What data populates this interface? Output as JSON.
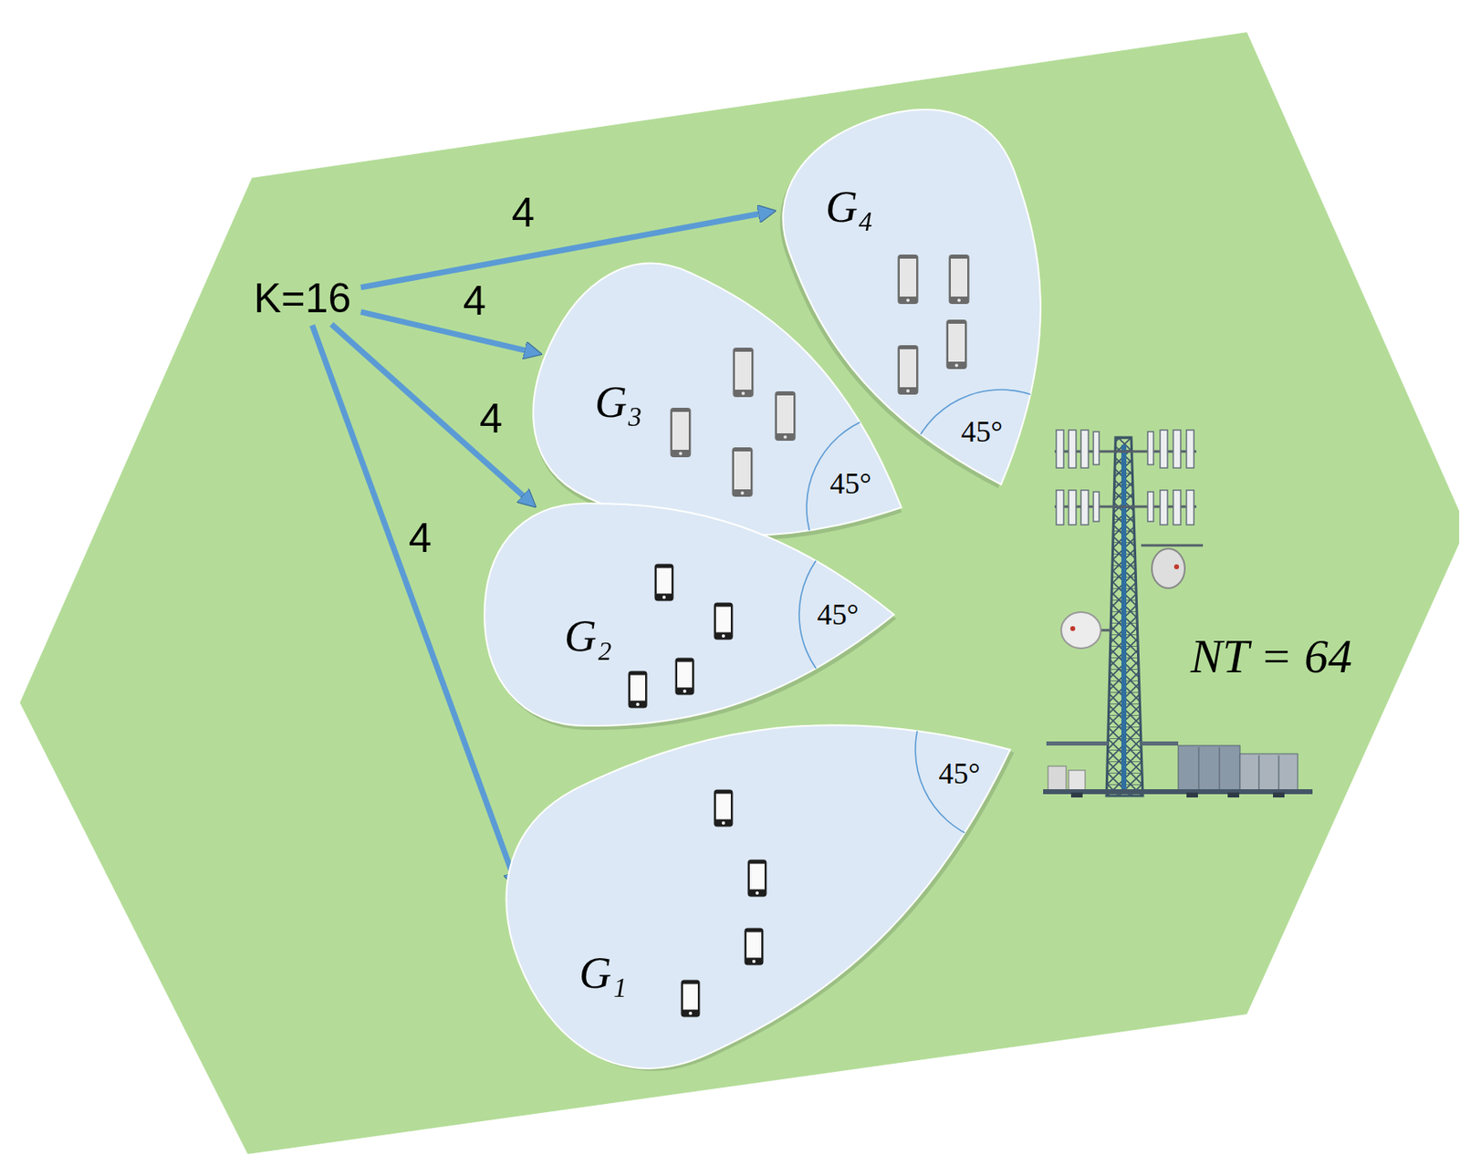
{
  "diagram": {
    "nodes": [
      {
        "text": [
          "K=16"
        ]
      },
      {
        "text": [
          "G₄",
          "45°"
        ]
      },
      {
        "text": [
          "G₃",
          "45°"
        ]
      },
      {
        "text": [
          "G₂",
          "45°"
        ]
      },
      {
        "text": [
          "G₁",
          "45°"
        ]
      }
    ],
    "edges": [
      {
        "from": 0,
        "to": 1,
        "label": "4",
        "arrow": "to"
      },
      {
        "from": 0,
        "to": 2,
        "label": "4",
        "arrow": "to"
      },
      {
        "from": 0,
        "to": 3,
        "label": "4",
        "arrow": "to"
      },
      {
        "from": 0,
        "to": 4,
        "label": "4",
        "arrow": "to"
      }
    ],
    "labels": [
      "NT = 64"
    ]
  }
}
